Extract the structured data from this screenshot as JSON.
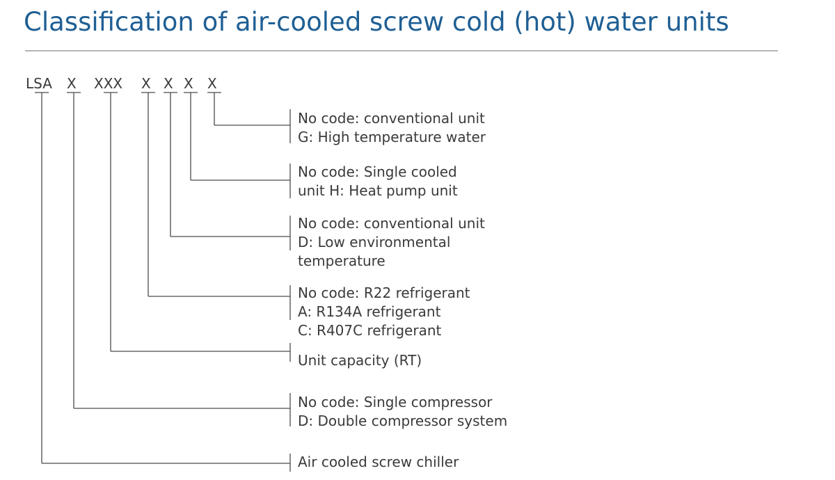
{
  "title": "Classification of air-cooled screw cold (hot) water units",
  "codes": {
    "lsa": "LSA",
    "x1": "X",
    "xxx": "XXX",
    "x2": "X",
    "x3": "X",
    "x4": "X",
    "x5": "X"
  },
  "descriptions": [
    {
      "lines": [
        "No code: conventional unit",
        "G: High temperature water"
      ]
    },
    {
      "lines": [
        "No code: Single cooled",
        "unit H: Heat pump unit"
      ]
    },
    {
      "lines": [
        "No code: conventional unit",
        "D: Low environmental",
        "temperature"
      ]
    },
    {
      "lines": [
        "No code: R22 refrigerant",
        "A: R134A refrigerant",
        "C: R407C refrigerant"
      ]
    },
    {
      "lines": [
        "Unit capacity (RT)"
      ]
    },
    {
      "lines": [
        "No code: Single compressor",
        "D: Double compressor system"
      ]
    },
    {
      "lines": [
        "Air cooled screw chiller"
      ]
    }
  ],
  "colors": {
    "title": "#1f5f94",
    "text": "#3a3a3a",
    "rule": "#b4b4b4",
    "lines": "#4a4a4a"
  }
}
